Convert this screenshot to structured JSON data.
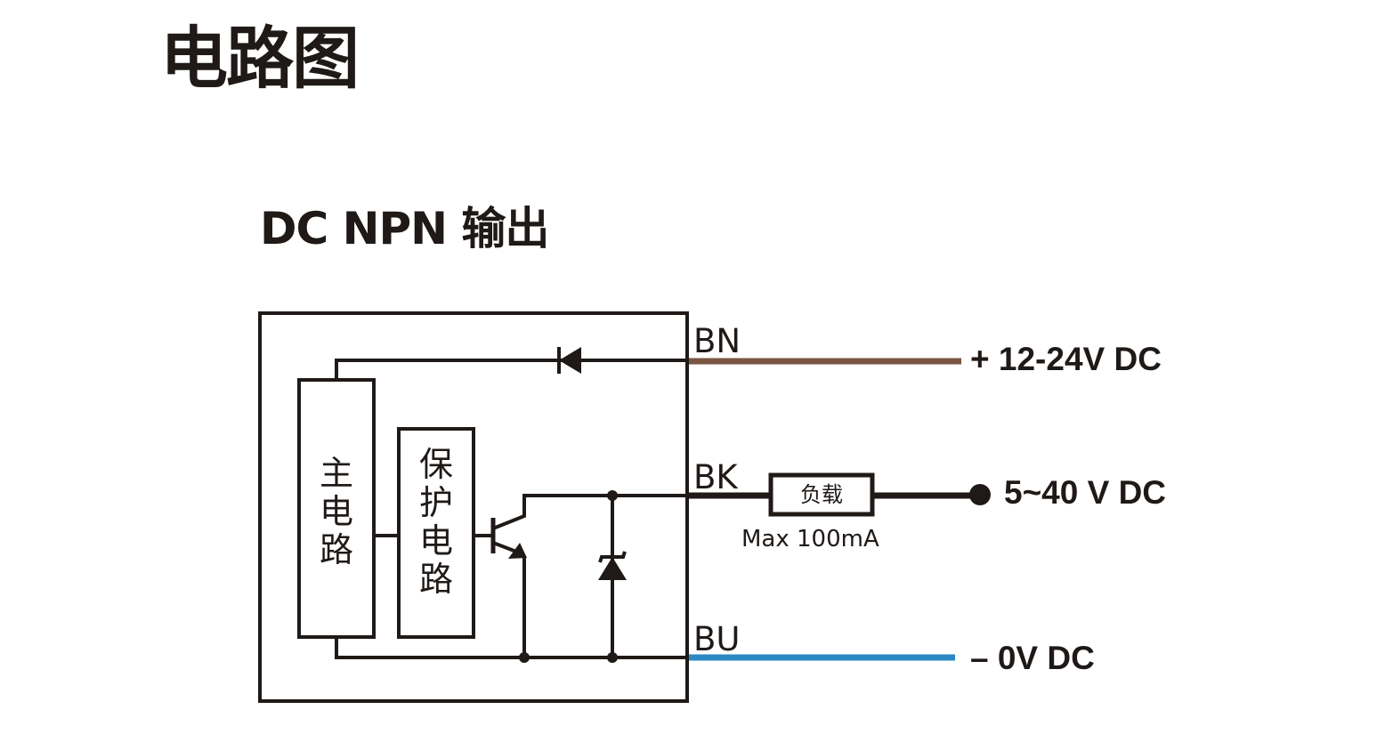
{
  "page_title": "电路图",
  "section_title": "DC NPN 输出",
  "colors": {
    "wire": "#1f1a17",
    "brown_wire": "#7a5642",
    "blue_wire": "#2b88c4",
    "black_wire": "#1f1a17"
  },
  "blocks": {
    "main_circuit": [
      "主",
      "电",
      "路"
    ],
    "protection_circuit": [
      "保",
      "护",
      "电",
      "路"
    ],
    "load": "负载"
  },
  "components": {
    "supply_diode": "diode-icon",
    "output_transistor": "npn-transistor-icon",
    "zener": "zener-diode-icon"
  },
  "pins": [
    {
      "code": "BN",
      "wire_color": "brown",
      "supply": "+ 12-24V DC"
    },
    {
      "code": "BK",
      "wire_color": "black",
      "supply": "5~40 V DC",
      "load_note": "Max 100mA"
    },
    {
      "code": "BU",
      "wire_color": "blue",
      "supply": "– 0V DC"
    }
  ]
}
